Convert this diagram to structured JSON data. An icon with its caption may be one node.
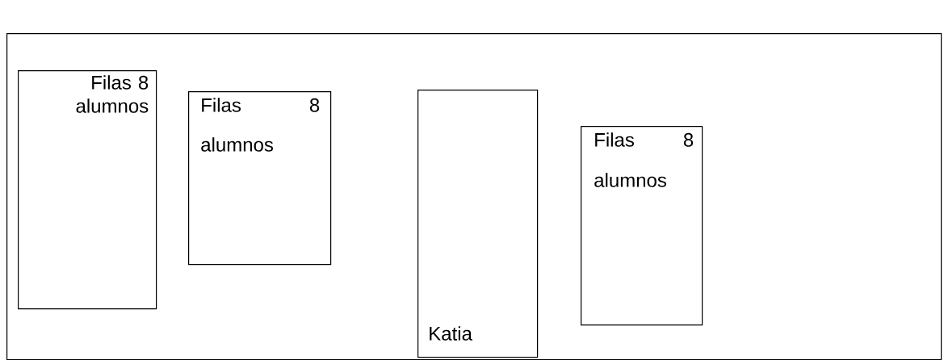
{
  "diagram": {
    "nodes": [
      {
        "text": [],
        "shape": "box"
      },
      {
        "text": [
          "Filas 8 alumnos"
        ],
        "in": 0
      },
      {
        "text": [
          "Filas 8 alumnos"
        ],
        "in": 0
      },
      {
        "text": [
          "Katia"
        ],
        "in": 0
      },
      {
        "text": [
          "Filas 8 alumnos"
        ],
        "in": 0
      }
    ]
  }
}
